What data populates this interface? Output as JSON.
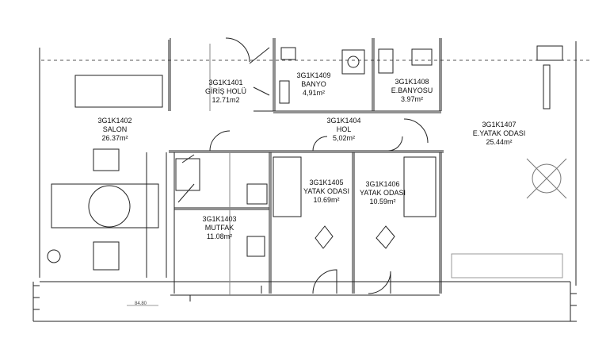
{
  "rooms": [
    {
      "code": "3G1K1401",
      "name": "GİRİŞ HOLÜ",
      "area": "12.71m2"
    },
    {
      "code": "3G1K1409",
      "name": "BANYO",
      "area": "4,91m²"
    },
    {
      "code": "3G1K1408",
      "name": "E.BANYOSU",
      "area": "3.97m²"
    },
    {
      "code": "3G1K1402",
      "name": "SALON",
      "area": "26.37m²"
    },
    {
      "code": "3G1K1404",
      "name": "HOL",
      "area": "5,02m²"
    },
    {
      "code": "3G1K1407",
      "name": "E.YATAK ODASI",
      "area": "25.44m²"
    },
    {
      "code": "3G1K1405",
      "name": "YATAK ODASI",
      "area": "10.69m²"
    },
    {
      "code": "3G1K1406",
      "name": "YATAK ODASI",
      "area": "10.59m²"
    },
    {
      "code": "3G1K1403",
      "name": "MUTFAK",
      "area": "11.08m²"
    }
  ],
  "dimension_note": "84.80"
}
